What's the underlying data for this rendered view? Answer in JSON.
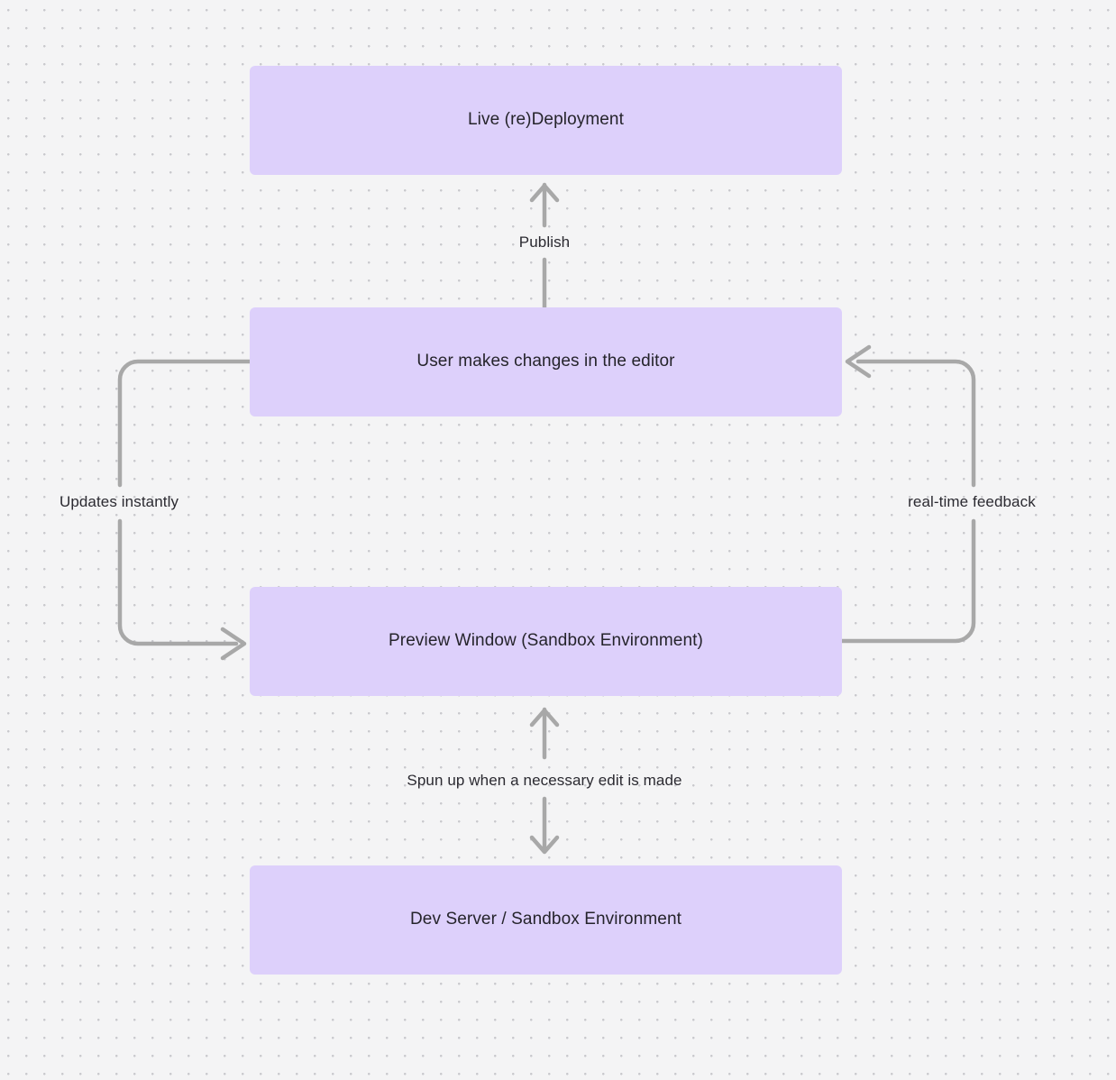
{
  "diagram": {
    "type": "flowchart",
    "background_color": "#f4f4f5",
    "grid": "dot-grid",
    "node_fill_color": "#ddd0fb",
    "edge_color": "#a8a8a8",
    "text_color": "#25242b",
    "nodes": [
      {
        "id": "live-deployment",
        "label": "Live (re)Deployment"
      },
      {
        "id": "user-edit",
        "label": "User makes changes in the editor"
      },
      {
        "id": "preview-window",
        "label": "Preview Window (Sandbox Environment)"
      },
      {
        "id": "dev-server",
        "label": "Dev Server / Sandbox Environment"
      }
    ],
    "edges": [
      {
        "id": "publish",
        "label": "Publish",
        "from": "user-edit",
        "to": "live-deployment",
        "direction": "up"
      },
      {
        "id": "updates",
        "label": "Updates instantly",
        "from": "user-edit",
        "to": "preview-window",
        "direction": "loop-left"
      },
      {
        "id": "realtime",
        "label": "real-time feedback",
        "from": "preview-window",
        "to": "user-edit",
        "direction": "loop-right"
      },
      {
        "id": "spun-up",
        "label": "Spun up when a necessary edit is made",
        "from": "preview-window",
        "to": "dev-server",
        "direction": "bidirectional"
      }
    ]
  }
}
